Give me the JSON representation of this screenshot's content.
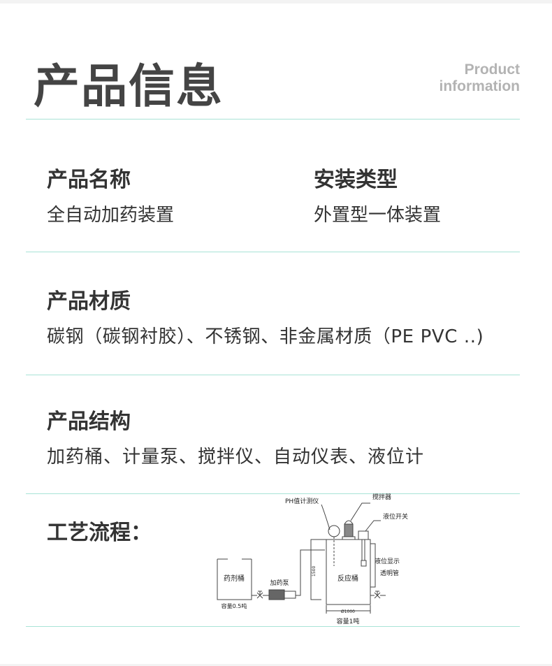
{
  "header": {
    "title": "产品信息",
    "subtitle_line1": "Product",
    "subtitle_line2": "information"
  },
  "specs": [
    {
      "label": "产品名称",
      "value": "全自动加药装置"
    },
    {
      "label": "安装类型",
      "value": "外置型一体装置"
    },
    {
      "label": "产品材质",
      "value": "碳钢（碳钢衬胶）、不锈钢、非金属材质（PE PVC ..)"
    },
    {
      "label": "产品结构",
      "value": "加药桶、计量泵、搅拌仪、自动仪表、液位计"
    },
    {
      "label": "工艺流程："
    }
  ],
  "diagram": {
    "ph_meter": "PH值计测仪",
    "mixer": "搅拌器",
    "level_switch": "液位开关",
    "level_display_1": "液位显示",
    "level_display_2": "透明管",
    "chem_tank": "药剂桶",
    "chem_capacity": "容量0.5吨",
    "pump": "加药泵",
    "reactor": "反应桶",
    "height_dim": "1500",
    "diameter_dim": "Ø1000",
    "reactor_capacity": "容量1吨"
  },
  "colors": {
    "rule": "#a8e3d6",
    "title": "#444444",
    "subtitle": "#b3b3b3"
  }
}
